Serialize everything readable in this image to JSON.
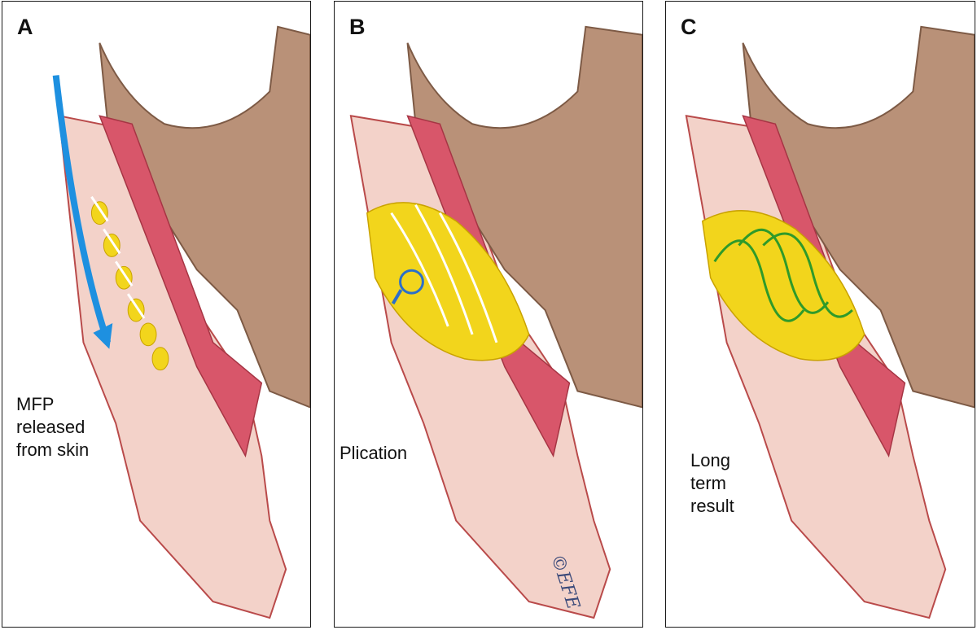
{
  "panels": [
    {
      "letter": "A",
      "caption": "MFP released from skin"
    },
    {
      "letter": "B",
      "caption": "Plication"
    },
    {
      "letter": "C",
      "caption": "Long term result"
    }
  ],
  "signature": "©EFE",
  "colors": {
    "skin": "#e4a49b",
    "skin_light": "#f3d2c9",
    "muscle": "#d8566a",
    "bone": "#b99178",
    "bone_dark": "#7d5a45",
    "fat": "#f2d51c",
    "fascia": "#ffffff",
    "arrow": "#1e90e0",
    "suture": "#2c6fc9",
    "scar": "#2f9a2a"
  },
  "icons": {
    "arrow": "blue-arrow-down",
    "suture": "suture-loop",
    "fibers": "green-fibers"
  }
}
